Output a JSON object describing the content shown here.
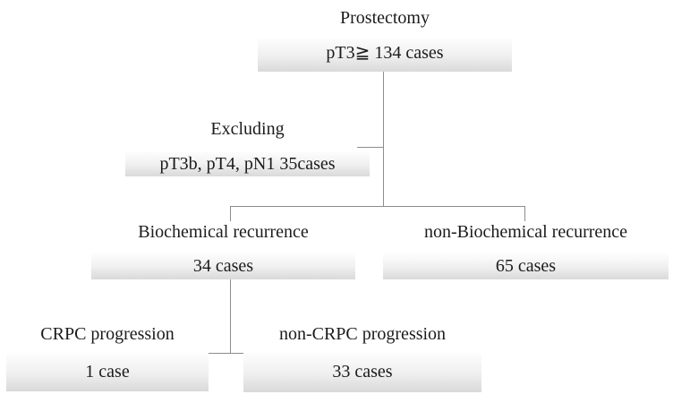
{
  "nodes": {
    "prostectomy": {
      "label": "Prostectomy",
      "cases": "pT3≧ 134 cases"
    },
    "excluding": {
      "label": "Excluding",
      "cases": "pT3b, pT4, pN1 35cases"
    },
    "biochemical": {
      "label": "Biochemical recurrence",
      "cases": "34 cases"
    },
    "non_biochemical": {
      "label": "non-Biochemical recurrence",
      "cases": "65 cases"
    },
    "crpc": {
      "label": "CRPC progression",
      "cases": "1 case"
    },
    "non_crpc": {
      "label": "non-CRPC progression",
      "cases": "33 cases"
    }
  },
  "colors": {
    "box_gradient_top": "#fefefe",
    "box_gradient_bottom": "#d9d9d9",
    "connector_line": "#8c8c8c",
    "text": "#1b1b1b",
    "background": "#ffffff"
  }
}
